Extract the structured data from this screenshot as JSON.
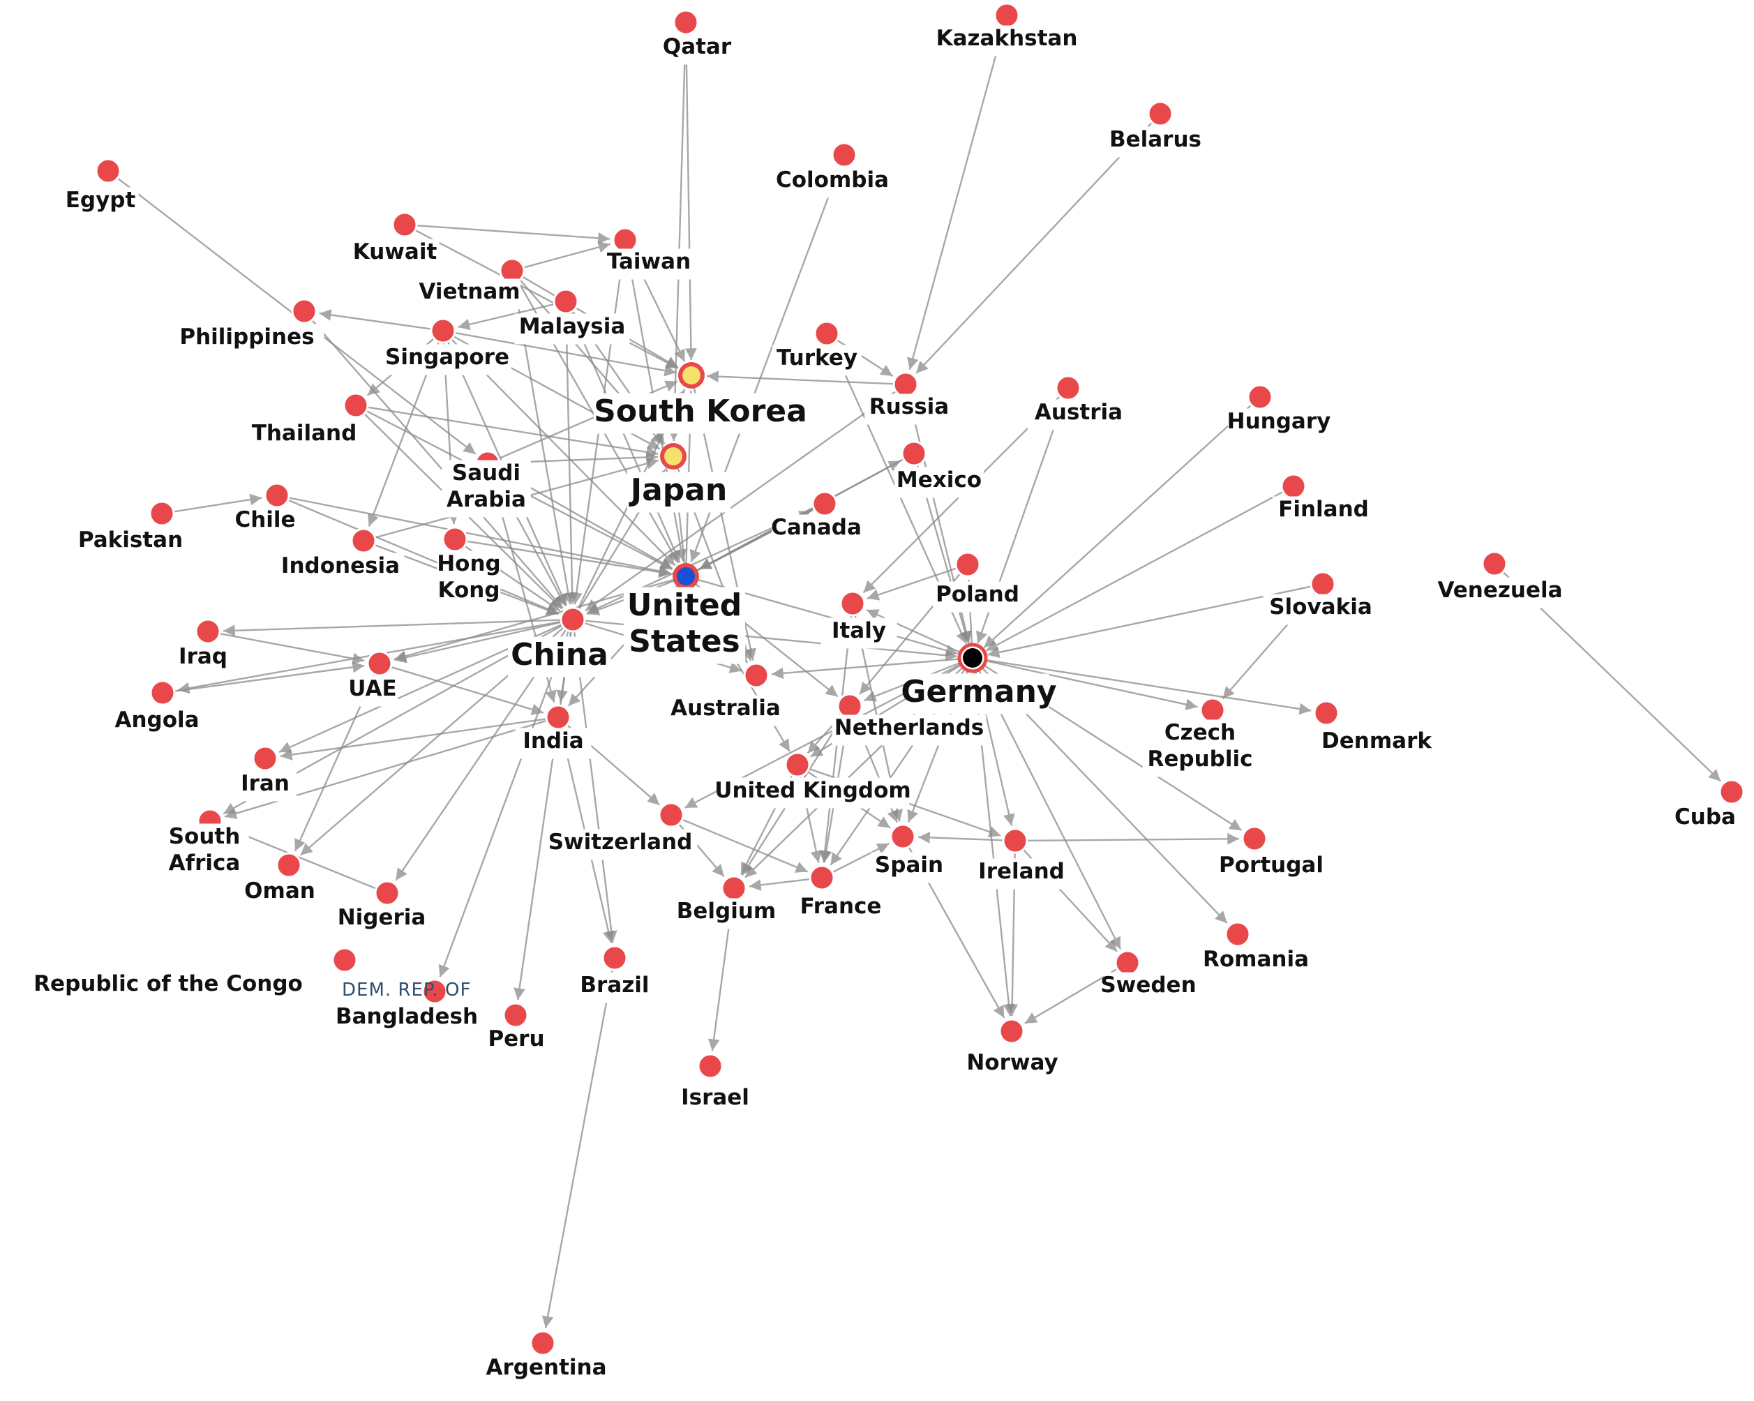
{
  "colors": {
    "node_default": "#e8484a",
    "node_highlight": "#f6e06e",
    "node_highlight_ring": "#e8484a",
    "node_focus": "#1a4fd6",
    "node_focus_ring": "#e8484a",
    "node_hub": "#000000",
    "edge": "#8a8a8a"
  },
  "overlay_text": {
    "dem_rep": "DEM. REP. OF"
  },
  "nodes": [
    {
      "id": "qatar",
      "label": "Qatar",
      "type": "default"
    },
    {
      "id": "kazakhstan",
      "label": "Kazakhstan",
      "type": "default"
    },
    {
      "id": "belarus",
      "label": "Belarus",
      "type": "default"
    },
    {
      "id": "colombia",
      "label": "Colombia",
      "type": "default"
    },
    {
      "id": "egypt",
      "label": "Egypt",
      "type": "default"
    },
    {
      "id": "kuwait",
      "label": "Kuwait",
      "type": "default"
    },
    {
      "id": "taiwan",
      "label": "Taiwan",
      "type": "default"
    },
    {
      "id": "vietnam",
      "label": "Vietnam",
      "type": "default"
    },
    {
      "id": "malaysia",
      "label": "Malaysia",
      "type": "default"
    },
    {
      "id": "philippines",
      "label": "Philippines",
      "type": "default"
    },
    {
      "id": "singapore",
      "label": "Singapore",
      "type": "default"
    },
    {
      "id": "turkey",
      "label": "Turkey",
      "type": "default"
    },
    {
      "id": "south_korea",
      "label": "South Korea",
      "type": "highlight",
      "major": true
    },
    {
      "id": "russia",
      "label": "Russia",
      "type": "default"
    },
    {
      "id": "austria",
      "label": "Austria",
      "type": "default"
    },
    {
      "id": "hungary",
      "label": "Hungary",
      "type": "default"
    },
    {
      "id": "thailand",
      "label": "Thailand",
      "type": "default"
    },
    {
      "id": "saudi_arabia",
      "label": "Saudi\nArabia",
      "type": "default"
    },
    {
      "id": "japan",
      "label": "Japan",
      "type": "highlight",
      "major": true
    },
    {
      "id": "mexico",
      "label": "Mexico",
      "type": "default"
    },
    {
      "id": "finland",
      "label": "Finland",
      "type": "default"
    },
    {
      "id": "chile",
      "label": "Chile",
      "type": "default"
    },
    {
      "id": "pakistan",
      "label": "Pakistan",
      "type": "default"
    },
    {
      "id": "canada",
      "label": "Canada",
      "type": "default"
    },
    {
      "id": "indonesia",
      "label": "Indonesia",
      "type": "default"
    },
    {
      "id": "hong_kong",
      "label": "Hong\nKong",
      "type": "default"
    },
    {
      "id": "united_states",
      "label": "United\nStates",
      "type": "focus",
      "major": true
    },
    {
      "id": "poland",
      "label": "Poland",
      "type": "default"
    },
    {
      "id": "slovakia",
      "label": "Slovakia",
      "type": "default"
    },
    {
      "id": "venezuela",
      "label": "Venezuela",
      "type": "default"
    },
    {
      "id": "china",
      "label": "China",
      "type": "default",
      "major": true
    },
    {
      "id": "italy",
      "label": "Italy",
      "type": "default"
    },
    {
      "id": "iraq",
      "label": "Iraq",
      "type": "default"
    },
    {
      "id": "uae",
      "label": "UAE",
      "type": "default"
    },
    {
      "id": "angola",
      "label": "Angola",
      "type": "default"
    },
    {
      "id": "germany",
      "label": "Germany",
      "type": "hub",
      "major": true
    },
    {
      "id": "australia",
      "label": "Australia",
      "type": "default"
    },
    {
      "id": "netherlands",
      "label": "Netherlands",
      "type": "default"
    },
    {
      "id": "czech_republic",
      "label": "Czech\nRepublic",
      "type": "default"
    },
    {
      "id": "denmark",
      "label": "Denmark",
      "type": "default"
    },
    {
      "id": "india",
      "label": "India",
      "type": "default"
    },
    {
      "id": "iran",
      "label": "Iran",
      "type": "default"
    },
    {
      "id": "united_kingdom",
      "label": "United Kingdom",
      "type": "default"
    },
    {
      "id": "cuba",
      "label": "Cuba",
      "type": "default"
    },
    {
      "id": "south_africa",
      "label": "South\nAfrica",
      "type": "default"
    },
    {
      "id": "switzerland",
      "label": "Switzerland",
      "type": "default"
    },
    {
      "id": "oman",
      "label": "Oman",
      "type": "default"
    },
    {
      "id": "spain",
      "label": "Spain",
      "type": "default"
    },
    {
      "id": "ireland",
      "label": "Ireland",
      "type": "default"
    },
    {
      "id": "portugal",
      "label": "Portugal",
      "type": "default"
    },
    {
      "id": "nigeria",
      "label": "Nigeria",
      "type": "default"
    },
    {
      "id": "belgium",
      "label": "Belgium",
      "type": "default"
    },
    {
      "id": "france",
      "label": "France",
      "type": "default"
    },
    {
      "id": "romania",
      "label": "Romania",
      "type": "default"
    },
    {
      "id": "congo",
      "label": "Republic of the Congo",
      "type": "default"
    },
    {
      "id": "bangladesh",
      "label": "Bangladesh",
      "type": "default"
    },
    {
      "id": "sweden",
      "label": "Sweden",
      "type": "default"
    },
    {
      "id": "brazil",
      "label": "Brazil",
      "type": "default"
    },
    {
      "id": "peru",
      "label": "Peru",
      "type": "default"
    },
    {
      "id": "israel",
      "label": "Israel",
      "type": "default"
    },
    {
      "id": "norway",
      "label": "Norway",
      "type": "default"
    },
    {
      "id": "argentina",
      "label": "Argentina",
      "type": "default"
    }
  ],
  "edges": [
    [
      "qatar",
      "south_korea"
    ],
    [
      "qatar",
      "japan"
    ],
    [
      "kazakhstan",
      "russia"
    ],
    [
      "belarus",
      "russia"
    ],
    [
      "colombia",
      "united_states"
    ],
    [
      "egypt",
      "saudi_arabia"
    ],
    [
      "kuwait",
      "taiwan"
    ],
    [
      "kuwait",
      "south_korea"
    ],
    [
      "taiwan",
      "china"
    ],
    [
      "taiwan",
      "united_states"
    ],
    [
      "taiwan",
      "south_korea"
    ],
    [
      "vietnam",
      "taiwan"
    ],
    [
      "vietnam",
      "south_korea"
    ],
    [
      "vietnam",
      "china"
    ],
    [
      "vietnam",
      "japan"
    ],
    [
      "vietnam",
      "united_states"
    ],
    [
      "malaysia",
      "singapore"
    ],
    [
      "malaysia",
      "china"
    ],
    [
      "malaysia",
      "united_states"
    ],
    [
      "malaysia",
      "japan"
    ],
    [
      "singapore",
      "philippines"
    ],
    [
      "singapore",
      "china"
    ],
    [
      "singapore",
      "thailand"
    ],
    [
      "singapore",
      "indonesia"
    ],
    [
      "singapore",
      "united_states"
    ],
    [
      "singapore",
      "south_korea"
    ],
    [
      "singapore",
      "japan"
    ],
    [
      "singapore",
      "hong_kong"
    ],
    [
      "philippines",
      "china"
    ],
    [
      "turkey",
      "russia"
    ],
    [
      "turkey",
      "germany"
    ],
    [
      "russia",
      "south_korea"
    ],
    [
      "russia",
      "china"
    ],
    [
      "russia",
      "germany"
    ],
    [
      "austria",
      "germany"
    ],
    [
      "austria",
      "italy"
    ],
    [
      "hungary",
      "germany"
    ],
    [
      "finland",
      "germany"
    ],
    [
      "slovakia",
      "germany"
    ],
    [
      "slovakia",
      "czech_republic"
    ],
    [
      "thailand",
      "china"
    ],
    [
      "thailand",
      "united_states"
    ],
    [
      "thailand",
      "japan"
    ],
    [
      "saudi_arabia",
      "china"
    ],
    [
      "saudi_arabia",
      "japan"
    ],
    [
      "saudi_arabia",
      "south_korea"
    ],
    [
      "saudi_arabia",
      "india"
    ],
    [
      "saudi_arabia",
      "united_states"
    ],
    [
      "mexico",
      "united_states"
    ],
    [
      "mexico",
      "germany"
    ],
    [
      "canada",
      "united_states"
    ],
    [
      "canada",
      "china"
    ],
    [
      "chile",
      "china"
    ],
    [
      "chile",
      "united_states"
    ],
    [
      "pakistan",
      "chile"
    ],
    [
      "indonesia",
      "china"
    ],
    [
      "indonesia",
      "japan"
    ],
    [
      "hong_kong",
      "china"
    ],
    [
      "hong_kong",
      "united_states"
    ],
    [
      "united_states",
      "china"
    ],
    [
      "united_states",
      "japan"
    ],
    [
      "united_states",
      "south_korea"
    ],
    [
      "united_states",
      "germany"
    ],
    [
      "united_states",
      "mexico"
    ],
    [
      "united_states",
      "canada"
    ],
    [
      "united_states",
      "india"
    ],
    [
      "united_states",
      "uae"
    ],
    [
      "united_states",
      "netherlands"
    ],
    [
      "united_states",
      "united_kingdom"
    ],
    [
      "united_states",
      "australia"
    ],
    [
      "china",
      "japan"
    ],
    [
      "china",
      "south_korea"
    ],
    [
      "china",
      "india"
    ],
    [
      "china",
      "uae"
    ],
    [
      "china",
      "iraq"
    ],
    [
      "china",
      "germany"
    ],
    [
      "china",
      "australia"
    ],
    [
      "china",
      "brazil"
    ],
    [
      "china",
      "iran"
    ],
    [
      "china",
      "angola"
    ],
    [
      "china",
      "oman"
    ],
    [
      "china",
      "nigeria"
    ],
    [
      "china",
      "south_africa"
    ],
    [
      "china",
      "bangladesh"
    ],
    [
      "china",
      "peru"
    ],
    [
      "iraq",
      "uae"
    ],
    [
      "angola",
      "uae"
    ],
    [
      "uae",
      "india"
    ],
    [
      "uae",
      "oman"
    ],
    [
      "germany",
      "poland"
    ],
    [
      "germany",
      "czech_republic"
    ],
    [
      "germany",
      "denmark"
    ],
    [
      "germany",
      "netherlands"
    ],
    [
      "germany",
      "france"
    ],
    [
      "germany",
      "italy"
    ],
    [
      "germany",
      "spain"
    ],
    [
      "germany",
      "united_kingdom"
    ],
    [
      "germany",
      "belgium"
    ],
    [
      "germany",
      "switzerland"
    ],
    [
      "germany",
      "portugal"
    ],
    [
      "germany",
      "romania"
    ],
    [
      "germany",
      "sweden"
    ],
    [
      "germany",
      "norway"
    ],
    [
      "germany",
      "ireland"
    ],
    [
      "germany",
      "australia"
    ],
    [
      "poland",
      "italy"
    ],
    [
      "poland",
      "netherlands"
    ],
    [
      "netherlands",
      "belgium"
    ],
    [
      "netherlands",
      "france"
    ],
    [
      "netherlands",
      "united_kingdom"
    ],
    [
      "netherlands",
      "spain"
    ],
    [
      "united_kingdom",
      "france"
    ],
    [
      "united_kingdom",
      "spain"
    ],
    [
      "united_kingdom",
      "belgium"
    ],
    [
      "united_kingdom",
      "ireland"
    ],
    [
      "ireland",
      "spain"
    ],
    [
      "ireland",
      "portugal"
    ],
    [
      "ireland",
      "norway"
    ],
    [
      "france",
      "spain"
    ],
    [
      "france",
      "belgium"
    ],
    [
      "spain",
      "norway"
    ],
    [
      "sweden",
      "norway"
    ],
    [
      "ireland",
      "sweden"
    ],
    [
      "belgium",
      "israel"
    ],
    [
      "switzerland",
      "belgium"
    ],
    [
      "switzerland",
      "france"
    ],
    [
      "india",
      "south_africa"
    ],
    [
      "india",
      "iran"
    ],
    [
      "india",
      "switzerland"
    ],
    [
      "india",
      "brazil"
    ],
    [
      "nigeria",
      "south_africa"
    ],
    [
      "brazil",
      "argentina"
    ],
    [
      "venezuela",
      "cuba"
    ],
    [
      "south_korea",
      "australia"
    ],
    [
      "japan",
      "australia"
    ],
    [
      "italy",
      "france"
    ],
    [
      "italy",
      "spain"
    ]
  ]
}
